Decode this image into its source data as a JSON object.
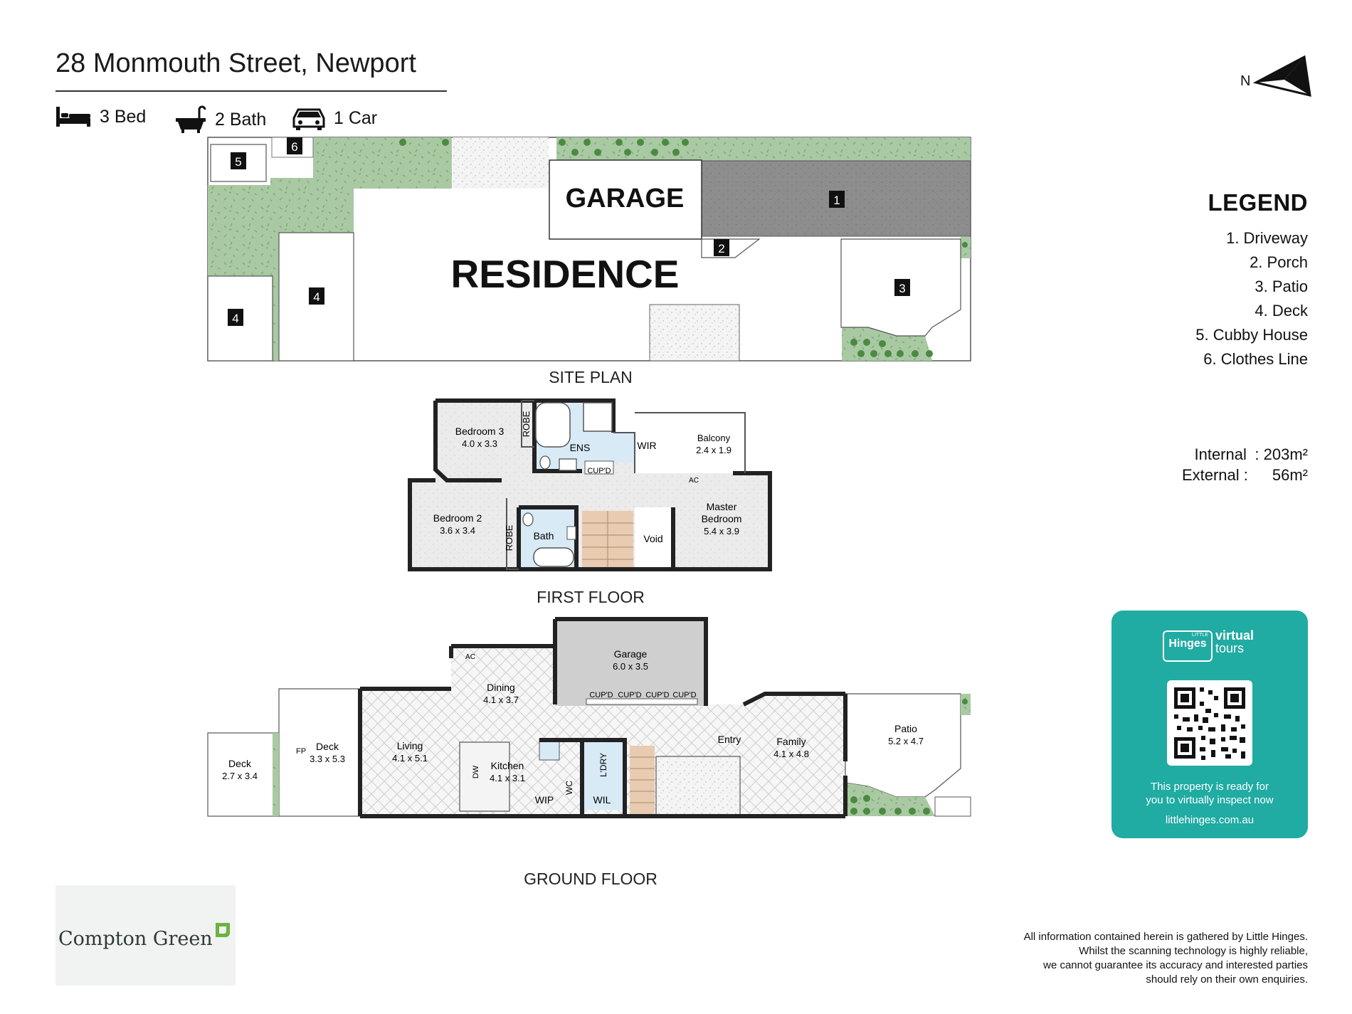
{
  "header": {
    "title": "28 Monmouth Street, Newport",
    "features": [
      {
        "icon": "bed-icon",
        "label": "3 Bed"
      },
      {
        "icon": "bath-icon",
        "label": "2 Bath"
      },
      {
        "icon": "car-icon",
        "label": "1 Car"
      }
    ]
  },
  "compass": {
    "label": "N"
  },
  "legend": {
    "title": "LEGEND",
    "items": [
      "1. Driveway",
      "2. Porch",
      "3. Patio",
      "4. Deck",
      "5. Cubby House",
      "6. Clothes Line"
    ]
  },
  "areas": {
    "internal_label": "Internal",
    "internal_value": ": 203m²",
    "external_label": "External :",
    "external_value": "56m²"
  },
  "site_plan": {
    "label": "SITE PLAN",
    "residence": "RESIDENCE",
    "garage": "GARAGE",
    "markers": [
      "1",
      "2",
      "3",
      "4",
      "4",
      "5",
      "6"
    ]
  },
  "first_floor": {
    "label": "FIRST FLOOR",
    "rooms": {
      "bedroom3": {
        "name": "Bedroom 3",
        "dims": "4.0 x 3.3"
      },
      "bedroom2": {
        "name": "Bedroom 2",
        "dims": "3.6 x 3.4"
      },
      "master": {
        "name": "Master",
        "name2": "Bedroom",
        "dims": "5.4 x 3.9"
      },
      "balcony": {
        "name": "Balcony",
        "dims": "2.4 x 1.9"
      },
      "ens": "ENS",
      "wir": "WIR",
      "robe": "ROBE",
      "cupd": "CUP'D",
      "bath": "Bath",
      "void": "Void",
      "ac": "AC"
    }
  },
  "ground_floor": {
    "label": "GROUND FLOOR",
    "rooms": {
      "garage": {
        "name": "Garage",
        "dims": "6.0 x 3.5"
      },
      "dining": {
        "name": "Dining",
        "dims": "4.1 x 3.7"
      },
      "living": {
        "name": "Living",
        "dims": "4.1 x 5.1"
      },
      "kitchen": {
        "name": "Kitchen",
        "dims": "4.1 x 3.1"
      },
      "deck_inner": {
        "name": "Deck",
        "dims": "3.3 x 5.3"
      },
      "deck_outer": {
        "name": "Deck",
        "dims": "2.7 x 3.4"
      },
      "family": {
        "name": "Family",
        "dims": "4.1 x 4.8"
      },
      "patio": {
        "name": "Patio",
        "dims": "5.2 x 4.7"
      },
      "entry": "Entry",
      "cupd": "CUP'D",
      "wip": "WIP",
      "wil": "WIL",
      "wc": "WC",
      "ldry": "L'DRY",
      "dw": "DW",
      "fp": "FP",
      "ac": "AC"
    }
  },
  "virtual_tour": {
    "brand_little": "LITTLE",
    "brand_hinges": "Hinges",
    "brand_virtual": "virtual",
    "brand_tours": "tours",
    "tagline1": "This property is ready for",
    "tagline2": "you to virtually inspect now",
    "url": "littlehinges.com.au"
  },
  "agency": {
    "name": "Compton Green"
  },
  "disclaimer": [
    "All information contained herein is gathered by Little Hinges.",
    "Whilst the scanning technology is highly reliable,",
    "we cannot guarantee its accuracy and interested parties",
    "should rely on their own enquiries."
  ],
  "colors": {
    "lawn": "#a9c9a3",
    "paving": "#f0f0f0",
    "driveway": "#8d8d8d",
    "wet_area": "#d8eaf6",
    "stairs": "#e8cbb0",
    "garage": "#cfcfcf",
    "floor": "#ebebeb",
    "teal": "#20aba3"
  }
}
